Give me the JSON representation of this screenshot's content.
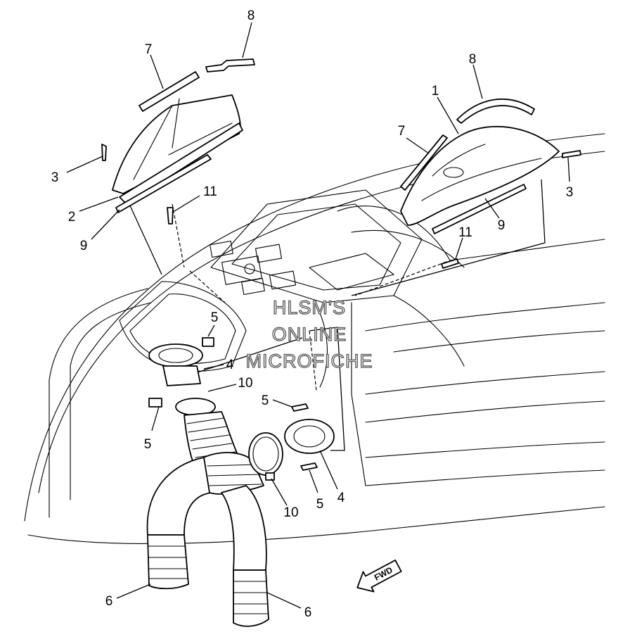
{
  "watermark": {
    "line1": "HLSM'S",
    "line2": "ONLINE",
    "line3": "MICROFICHE"
  },
  "direction_arrow": {
    "label": "FWD",
    "icon": "forward-arrow-icon"
  },
  "callouts": [
    {
      "id": "callout-8-left",
      "label": "8"
    },
    {
      "id": "callout-7-left",
      "label": "7"
    },
    {
      "id": "callout-3-left",
      "label": "3"
    },
    {
      "id": "callout-2",
      "label": "2"
    },
    {
      "id": "callout-9-left",
      "label": "9"
    },
    {
      "id": "callout-11-left",
      "label": "11"
    },
    {
      "id": "callout-8-right",
      "label": "8"
    },
    {
      "id": "callout-1",
      "label": "1"
    },
    {
      "id": "callout-7-right",
      "label": "7"
    },
    {
      "id": "callout-3-right",
      "label": "3"
    },
    {
      "id": "callout-9-right",
      "label": "9"
    },
    {
      "id": "callout-11-right",
      "label": "11"
    },
    {
      "id": "callout-5-top",
      "label": "5"
    },
    {
      "id": "callout-4-left",
      "label": "4"
    },
    {
      "id": "callout-10-left",
      "label": "10"
    },
    {
      "id": "callout-5-left",
      "label": "5"
    },
    {
      "id": "callout-5-right",
      "label": "5"
    },
    {
      "id": "callout-5-lower",
      "label": "5"
    },
    {
      "id": "callout-4-right",
      "label": "4"
    },
    {
      "id": "callout-10-right",
      "label": "10"
    },
    {
      "id": "callout-6-left",
      "label": "6"
    },
    {
      "id": "callout-6-right",
      "label": "6"
    }
  ]
}
